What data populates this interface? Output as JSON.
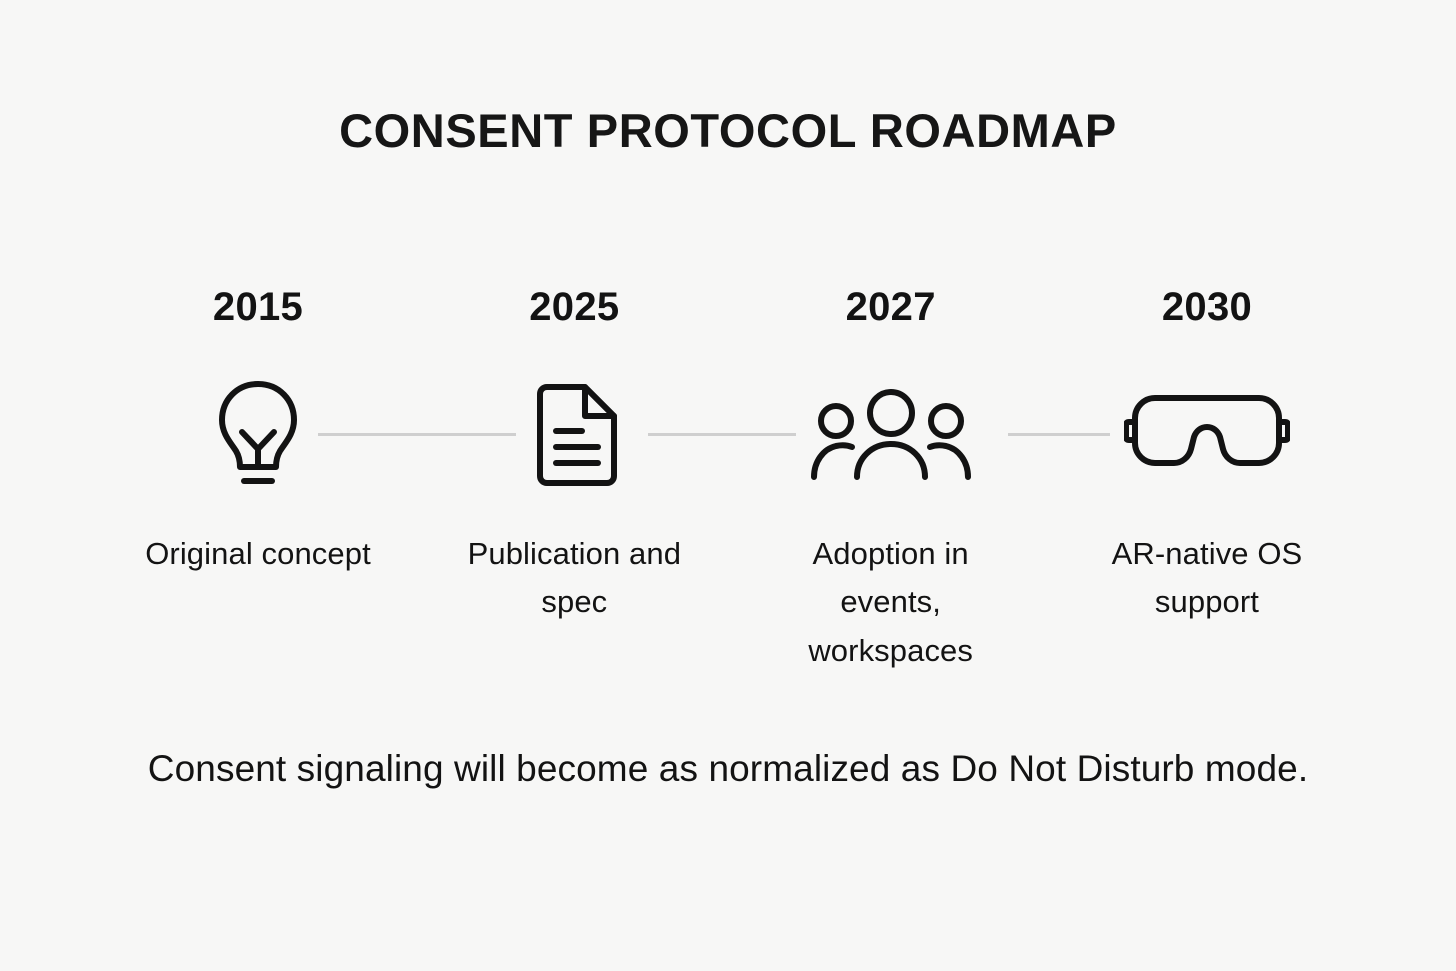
{
  "title": "CONSENT PROTOCOL ROADMAP",
  "footer": "Consent signaling will become as normalized as Do Not Disturb mode.",
  "colors": {
    "background": "#f7f7f6",
    "text": "#131313",
    "title": "#161616",
    "connector": "#cfcfcf",
    "icon_stroke": "#131313"
  },
  "timeline": {
    "milestones": [
      {
        "year": "2015",
        "caption": "Original concept",
        "icon": "lightbulb-icon"
      },
      {
        "year": "2025",
        "caption": "Publication and spec",
        "icon": "document-icon"
      },
      {
        "year": "2027",
        "caption": "Adoption in events, workspaces",
        "icon": "people-group-icon"
      },
      {
        "year": "2030",
        "caption": "AR-native OS support",
        "icon": "vr-headset-icon"
      }
    ]
  }
}
